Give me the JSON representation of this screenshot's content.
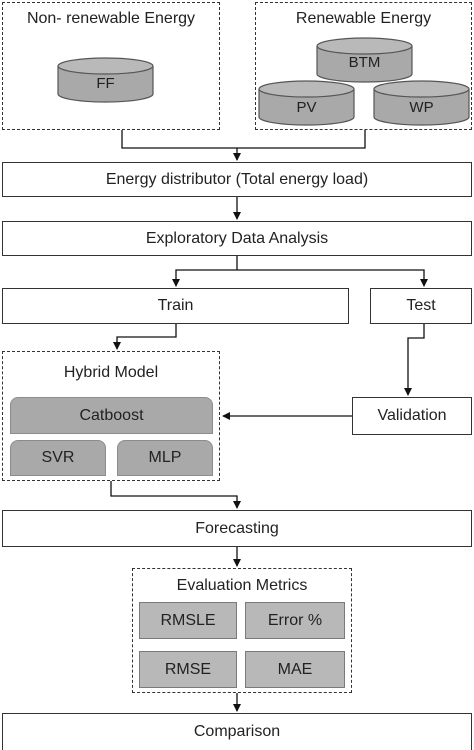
{
  "non_renewable": {
    "title": "Non- renewable Energy",
    "ff": "FF"
  },
  "renewable": {
    "title": "Renewable Energy",
    "btm": "BTM",
    "pv": "PV",
    "wp": "WP"
  },
  "distributor": "Energy distributor (Total energy load)",
  "eda": "Exploratory Data Analysis",
  "train": "Train",
  "test": "Test",
  "hybrid": {
    "title": "Hybrid Model",
    "catboost": "Catboost",
    "svr": "SVR",
    "mlp": "MLP"
  },
  "validation": "Validation",
  "forecasting": "Forecasting",
  "metrics": {
    "title": "Evaluation Metrics",
    "rmsle": "RMSLE",
    "error": "Error %",
    "rmse": "RMSE",
    "mae": "MAE"
  },
  "comparison": "Comparison"
}
